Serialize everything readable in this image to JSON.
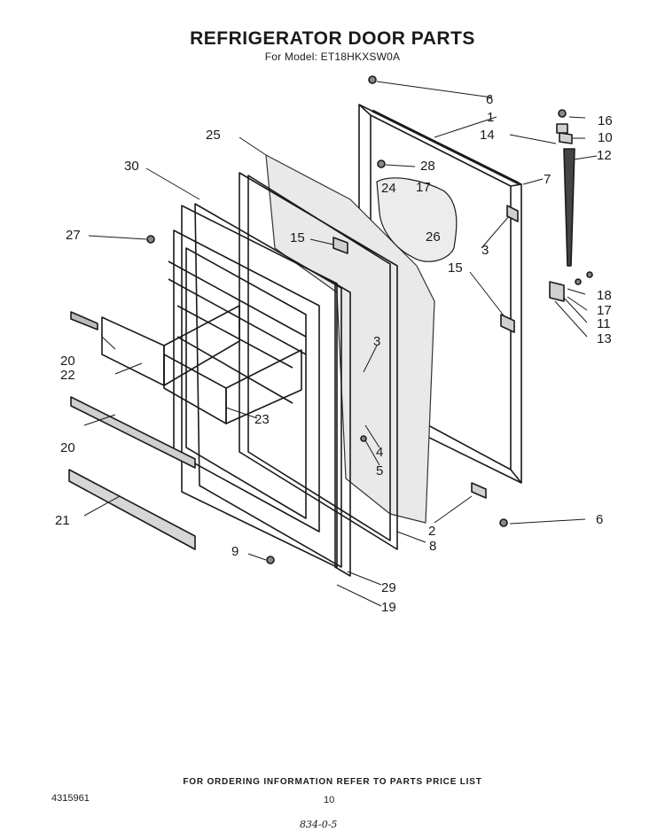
{
  "header": {
    "title": "REFRIGERATOR DOOR PARTS",
    "subtitle": "For Model: ET18HKXSW0A"
  },
  "callouts": [
    "1",
    "2",
    "3",
    "3",
    "4",
    "5",
    "6",
    "6",
    "7",
    "8",
    "9",
    "10",
    "11",
    "12",
    "13",
    "14",
    "15",
    "15",
    "16",
    "17",
    "17",
    "18",
    "19",
    "20",
    "20",
    "21",
    "22",
    "23",
    "24",
    "25",
    "26",
    "27",
    "28",
    "29",
    "30"
  ],
  "footer": {
    "ordering_info": "FOR ORDERING INFORMATION REFER TO PARTS PRICE LIST",
    "part_number": "4315961",
    "page_number": "10",
    "handwritten_note": "834-0-5"
  }
}
